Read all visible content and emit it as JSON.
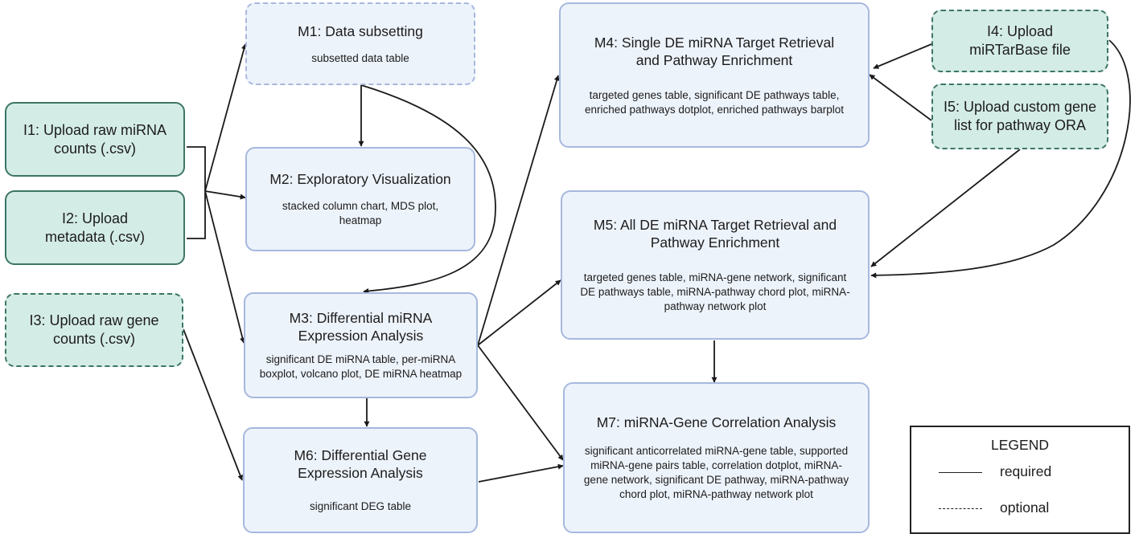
{
  "modules": {
    "m1": {
      "title": "M1: Data subsetting",
      "outputs": "subsetted data table"
    },
    "m2": {
      "title": "M2: Exploratory Visualization",
      "outputs": "stacked column chart, MDS plot, heatmap"
    },
    "m3": {
      "title": "M3: Differential miRNA Expression Analysis",
      "outputs": "significant DE miRNA table, per-miRNA boxplot, volcano plot, DE miRNA heatmap"
    },
    "m4": {
      "title": "M4: Single DE miRNA Target Retrieval and Pathway Enrichment",
      "outputs": "targeted genes table, significant DE pathways table, enriched pathways dotplot, enriched pathways barplot"
    },
    "m5": {
      "title": "M5: All DE miRNA Target Retrieval and Pathway Enrichment",
      "outputs": "targeted genes table, miRNA-gene network, significant DE pathways table, miRNA-pathway chord plot, miRNA-pathway network plot"
    },
    "m6": {
      "title": "M6: Differential Gene Expression Analysis",
      "outputs": "significant DEG table"
    },
    "m7": {
      "title": "M7: miRNA-Gene Correlation Analysis",
      "outputs": "significant anticorrelated miRNA-gene table, supported miRNA-gene pairs table, correlation dotplot, miRNA-gene network, significant DE pathway, miRNA-pathway chord plot, miRNA-pathway network plot"
    }
  },
  "inputs": {
    "i1": "I1: Upload raw miRNA counts (.csv)",
    "i2": "I2: Upload metadata (.csv)",
    "i3": "I3: Upload raw gene counts (.csv)",
    "i4": "I4: Upload miRTarBase file",
    "i5": "I5: Upload custom gene list for pathway ORA"
  },
  "legend": {
    "title": "LEGEND",
    "required": "required",
    "optional": "optional"
  },
  "colors": {
    "module_fill": "#edf3fb",
    "module_border": "#a7b8de",
    "input_fill": "#d4ece6",
    "input_border": "#3d7565",
    "arrow": "#1a1a1a"
  }
}
